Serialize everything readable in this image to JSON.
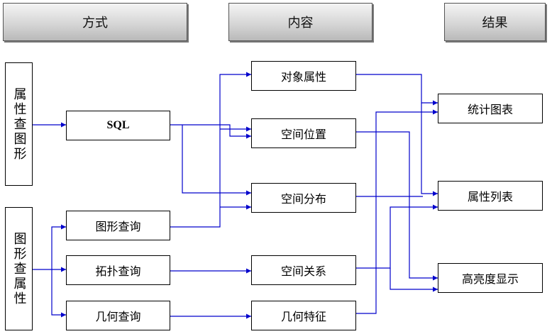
{
  "headers": {
    "method": "方式",
    "content": "内容",
    "result": "结果"
  },
  "left": {
    "attr_to_graph": "属性查图形",
    "graph_to_attr": "图形查属性"
  },
  "methods": {
    "sql": "SQL",
    "graphic_query": "图形查询",
    "topology_query": "拓扑查询",
    "geometry_query": "几何查询"
  },
  "contents": {
    "object_attributes": "对象属性",
    "spatial_position": "空间位置",
    "spatial_distribution": "空间分布",
    "spatial_relation": "空间关系",
    "geometric_feature": "几何特征"
  },
  "results": {
    "statistics_chart": "统计图表",
    "attribute_list": "属性列表",
    "highlight_display": "高亮度显示"
  },
  "colors": {
    "arrow": "#0000cc",
    "border": "#000000"
  }
}
